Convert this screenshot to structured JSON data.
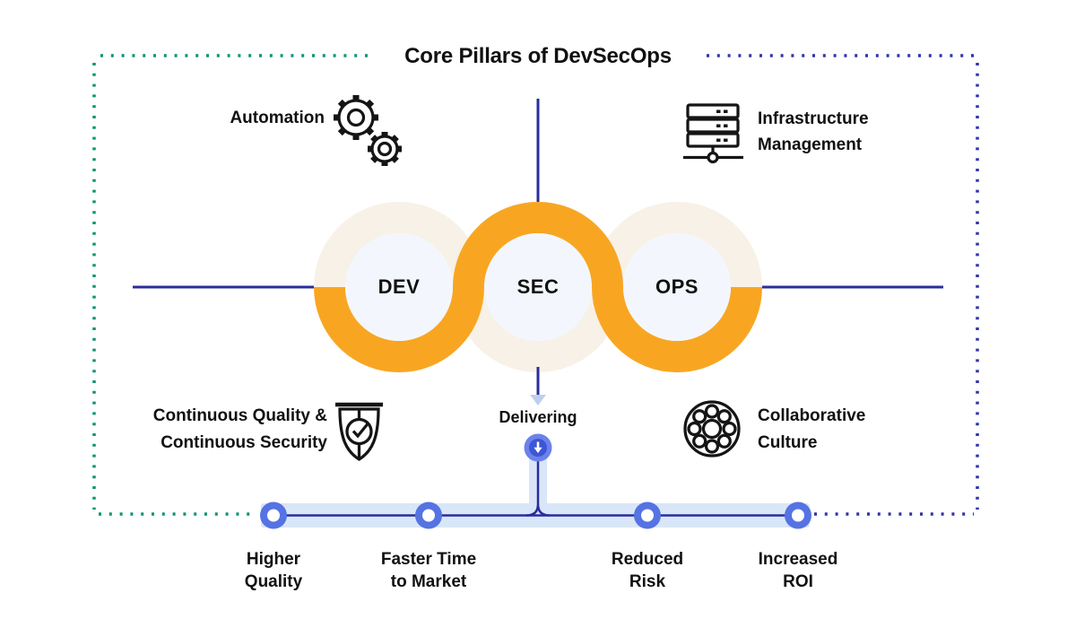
{
  "title": "Core Pillars of DevSecOps",
  "pillars": {
    "dev": "DEV",
    "sec": "SEC",
    "ops": "OPS"
  },
  "corners": {
    "automation": {
      "label": "Automation",
      "icon": "gears-icon"
    },
    "infrastructure": {
      "line1": "Infrastructure",
      "line2": "Management",
      "icon": "server-stack-icon"
    },
    "quality_security": {
      "line1": "Continuous Quality &",
      "line2": "Continuous Security",
      "icon": "shield-check-icon"
    },
    "collaboration": {
      "line1": "Collaborative",
      "line2": "Culture",
      "icon": "people-network-icon"
    }
  },
  "delivering_label": "Delivering",
  "outcomes": [
    {
      "line1": "Higher",
      "line2": "Quality"
    },
    {
      "line1": "Faster Time",
      "line2": "to Market"
    },
    {
      "line1": "Reduced",
      "line2": "Risk"
    },
    {
      "line1": "Increased",
      "line2": "ROI"
    }
  ],
  "colors": {
    "accent_orange": "#F8A622",
    "ring_beige": "#F7F1E7",
    "inner_circle": "#F3F7FD",
    "line_navy": "#2A2D9C",
    "border_green": "#0A9474",
    "border_blue": "#2F33A8",
    "node_blue": "#5673E3",
    "band_blue": "#D9E6F8",
    "deliver_outer": "#6A82EA",
    "deliver_inner": "#3D56D6",
    "arrowhead_light": "#BCCFEF",
    "text_black": "#111111"
  }
}
